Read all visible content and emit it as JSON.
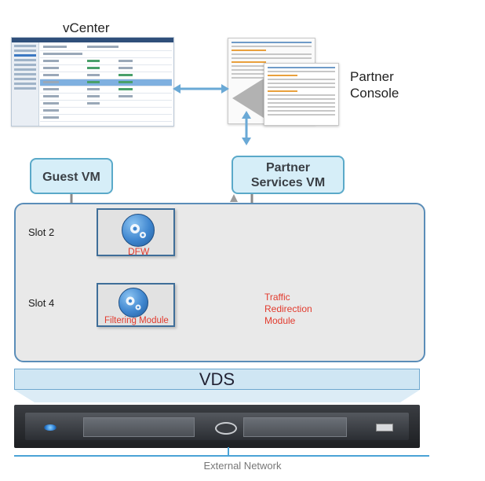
{
  "labels": {
    "vcenter": "vCenter",
    "partner_console_line1": "Partner",
    "partner_console_line2": "Console",
    "guest_vm": "Guest VM",
    "partner_services_line1": "Partner",
    "partner_services_line2": "Services VM",
    "slot2": "Slot 2",
    "slot4": "Slot 4",
    "dfw": "DFW",
    "filtering_module": "Filtering Module",
    "traffic_line1": "Traffic",
    "traffic_line2": "Redirection",
    "traffic_line3": "Module",
    "vds": "VDS",
    "external_network": "External Network"
  },
  "colors": {
    "vm_fill": "#d6eef8",
    "vm_border": "#5aa9c9",
    "host_border": "#5a8db8",
    "red_text": "#e23b2e",
    "connector": "#888888",
    "arrow": "#6aa9d6",
    "network_line": "#4aa3d6"
  },
  "icons": [
    "gear-icon",
    "vnic-filter-icon",
    "double-arrow-icon",
    "server-icon"
  ]
}
